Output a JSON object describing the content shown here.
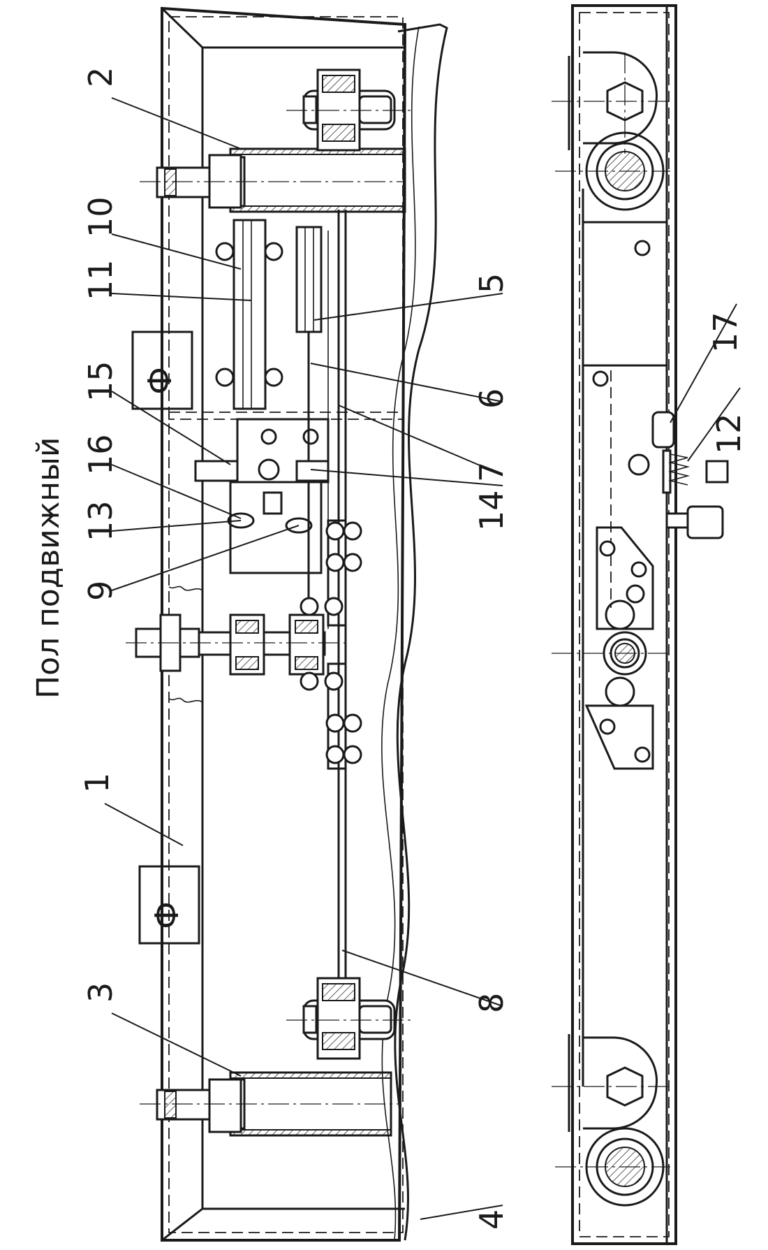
{
  "drawing": {
    "title": "Пол подвижный",
    "callouts": [
      {
        "id": "c1",
        "text": "1"
      },
      {
        "id": "c2",
        "text": "2"
      },
      {
        "id": "c3",
        "text": "3"
      },
      {
        "id": "c4",
        "text": "4"
      },
      {
        "id": "c5",
        "text": "5"
      },
      {
        "id": "c6",
        "text": "6"
      },
      {
        "id": "c7",
        "text": "7"
      },
      {
        "id": "c8",
        "text": "8"
      },
      {
        "id": "c9",
        "text": "9"
      },
      {
        "id": "c10",
        "text": "10"
      },
      {
        "id": "c11",
        "text": "11"
      },
      {
        "id": "c12",
        "text": "12"
      },
      {
        "id": "c13",
        "text": "13"
      },
      {
        "id": "c14",
        "text": "14"
      },
      {
        "id": "c15",
        "text": "15"
      },
      {
        "id": "c16",
        "text": "16"
      },
      {
        "id": "c17",
        "text": "17"
      }
    ],
    "pad_symbol": "Ф"
  }
}
